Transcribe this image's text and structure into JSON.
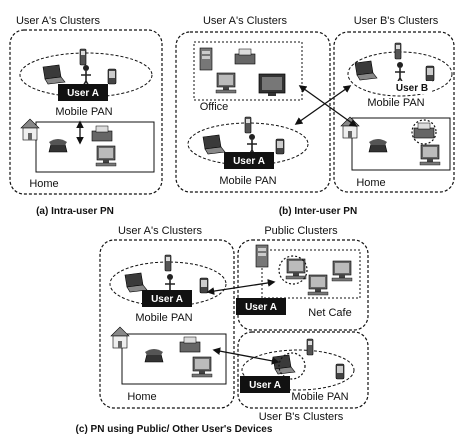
{
  "panel_a": {
    "cluster_title": "User A's Clusters",
    "user_tag": "User A",
    "pan_label": "Mobile PAN",
    "home_label": "Home",
    "caption": "(a) Intra-user PN"
  },
  "panel_b": {
    "cluster_title_a": "User A's Clusters",
    "cluster_title_b": "User B's Clusters",
    "office_label": "Office",
    "user_tag_a": "User A",
    "user_tag_b": "User B",
    "pan_label_a": "Mobile PAN",
    "pan_label_b": "Mobile PAN",
    "home_label": "Home",
    "caption": "(b) Inter-user PN"
  },
  "panel_c": {
    "cluster_title_a": "User A's Clusters",
    "cluster_title_public": "Public Clusters",
    "user_tag_a": "User A",
    "user_tag_cafe": "User A",
    "user_tag_b": "User A",
    "pan_label_a": "Mobile PAN",
    "home_label": "Home",
    "net_cafe_label": "Net Cafe",
    "pan_label_b": "Mobile PAN",
    "cluster_title_b": "User B's Clusters",
    "caption": "(c) PN using Public/ Other User's Devices"
  }
}
